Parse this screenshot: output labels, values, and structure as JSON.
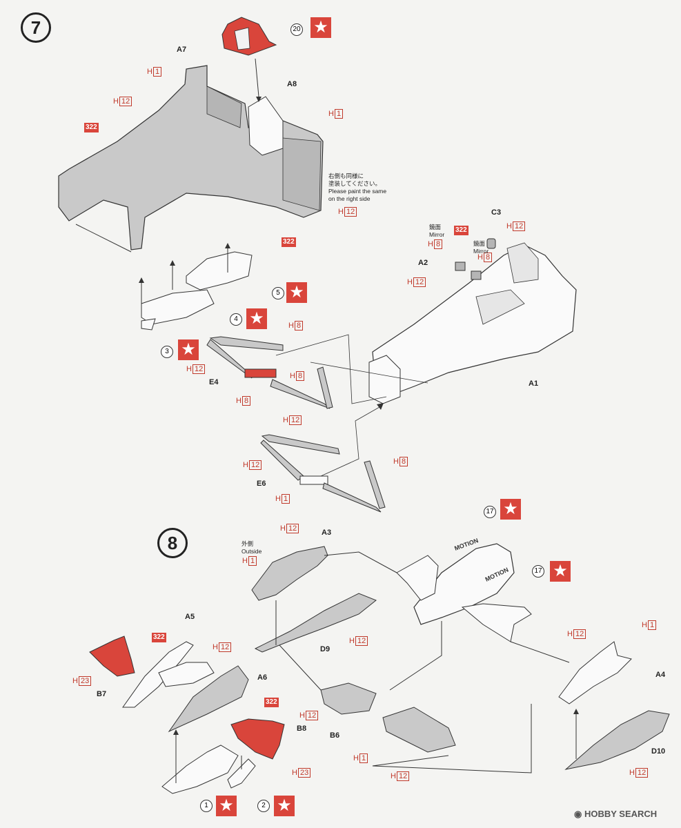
{
  "steps": {
    "s7": "7",
    "s8": "8"
  },
  "parts": {
    "a7": "A7",
    "a8": "A8",
    "c3": "C3",
    "a2": "A2",
    "a1": "A1",
    "e4": "E4",
    "e6": "E6",
    "a3": "A3",
    "a5": "A5",
    "a6": "A6",
    "b7": "B7",
    "b8": "B8",
    "d9": "D9",
    "b6": "B6",
    "a4": "A4",
    "d10": "D10"
  },
  "callouts": {
    "c20": "20",
    "c5": "5",
    "c4": "4",
    "c3": "3",
    "c17a": "17",
    "c17b": "17",
    "c1": "1",
    "c2": "2"
  },
  "paint_codes": {
    "h_prefix": "H",
    "n1": "1",
    "n8": "8",
    "n12": "12",
    "n23": "23",
    "p322": "322"
  },
  "notes": {
    "right_side_jp": "右側も同様に",
    "right_side_jp2": "塗装してください。",
    "right_side_en1": "Please paint the same",
    "right_side_en2": "on the right side",
    "mirror_jp": "鏡面",
    "mirror_en": "Mirror",
    "outside_jp": "外側",
    "outside_en": "Outside"
  },
  "decal_text": {
    "motion": "MOTION"
  },
  "watermark": "HOBBY SEARCH",
  "colors": {
    "red": "#d9453b",
    "grey": "#c9c9c9",
    "line": "#333333"
  }
}
